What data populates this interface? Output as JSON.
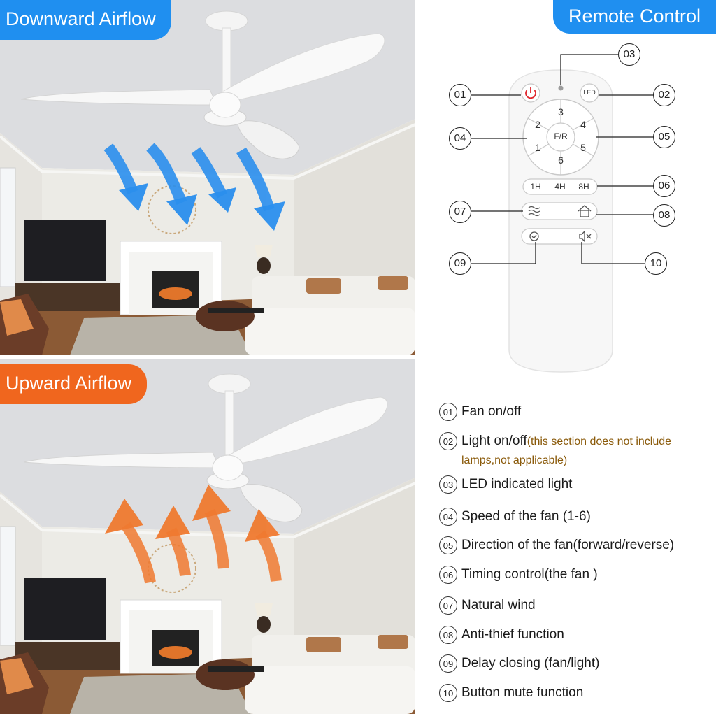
{
  "banners": {
    "downward": "Downward Airflow",
    "upward": "Upward Airflow",
    "remote": "Remote Control"
  },
  "remote": {
    "led_label": "LED",
    "center_label": "F/R",
    "speeds": [
      "1",
      "2",
      "3",
      "4",
      "5",
      "6"
    ],
    "timers": [
      "1H",
      "4H",
      "8H"
    ]
  },
  "callouts": [
    "01",
    "02",
    "03",
    "04",
    "05",
    "06",
    "07",
    "08",
    "09",
    "10"
  ],
  "legend": [
    {
      "num": "01",
      "text": "Fan on/off",
      "note": ""
    },
    {
      "num": "02",
      "text": "Light on/off",
      "note": "(this section does not include lamps,not applicable)"
    },
    {
      "num": "03",
      "text": "LED indicated light",
      "note": ""
    },
    {
      "num": "04",
      "text": "Speed of the fan (1-6)",
      "note": ""
    },
    {
      "num": "05",
      "text": "Direction of the fan(forward/reverse)",
      "note": ""
    },
    {
      "num": "06",
      "text": "Timing control(the fan )",
      "note": ""
    },
    {
      "num": "07",
      "text": "Natural wind",
      "note": ""
    },
    {
      "num": "08",
      "text": "Anti-thief function",
      "note": ""
    },
    {
      "num": "09",
      "text": "Delay closing (fan/light)",
      "note": ""
    },
    {
      "num": "10",
      "text": "Button mute function",
      "note": ""
    }
  ],
  "colors": {
    "blue": "#1f8ff0",
    "orange": "#f0661e",
    "arrow_blue": "#2b8fee",
    "arrow_orange": "#f07a30"
  }
}
